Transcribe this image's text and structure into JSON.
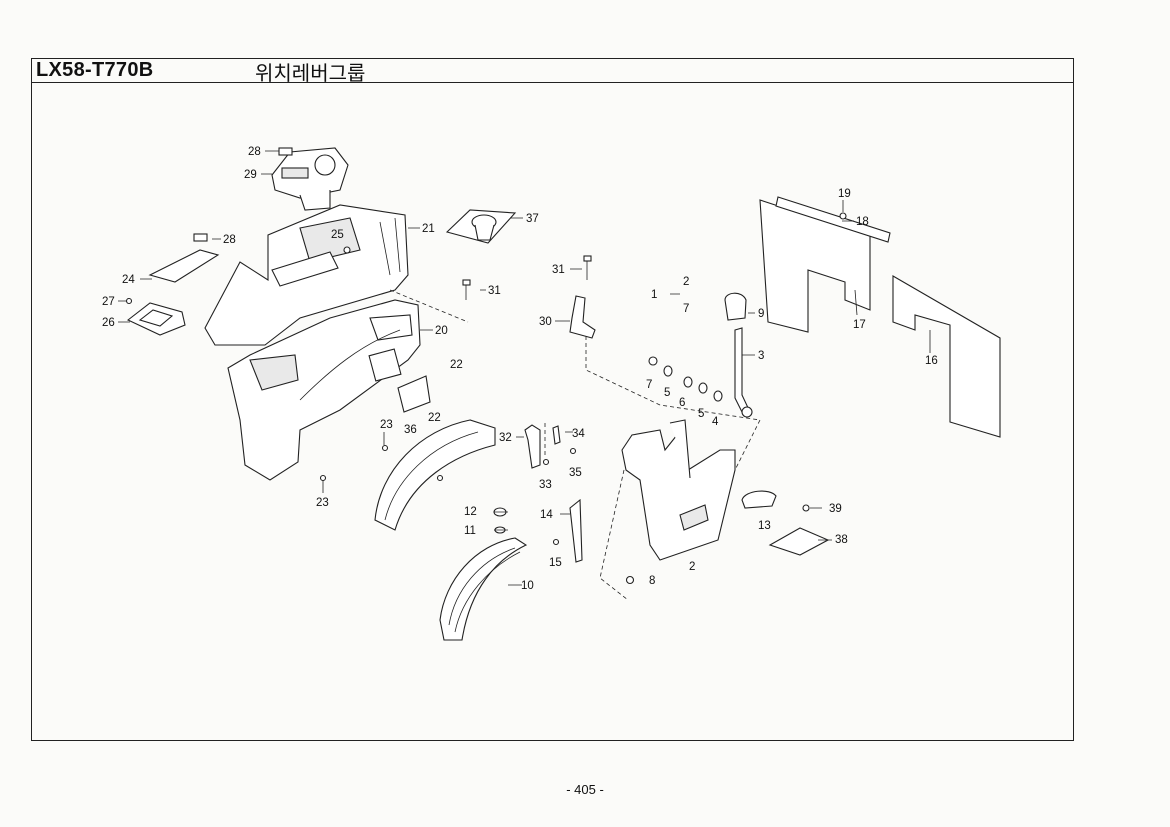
{
  "header": {
    "model_code": "LX58-T770B",
    "group_title": "위치레버그룹"
  },
  "page_number": "- 405 -",
  "callouts": {
    "c1": "1",
    "c2a": "2",
    "c2b": "2",
    "c3": "3",
    "c4": "4",
    "c5a": "5",
    "c5b": "5",
    "c6": "6",
    "c7a": "7",
    "c7b": "7",
    "c8": "8",
    "c9": "9",
    "c10": "10",
    "c11": "11",
    "c12": "12",
    "c13": "13",
    "c14": "14",
    "c15": "15",
    "c16": "16",
    "c17": "17",
    "c18": "18",
    "c19": "19",
    "c20": "20",
    "c21": "21",
    "c22a": "22",
    "c22b": "22",
    "c23a": "23",
    "c23b": "23",
    "c24": "24",
    "c25": "25",
    "c26": "26",
    "c27": "27",
    "c28a": "28",
    "c28b": "28",
    "c29": "29",
    "c30": "30",
    "c31a": "31",
    "c31b": "31",
    "c32": "32",
    "c33": "33",
    "c34": "34",
    "c35": "35",
    "c36": "36",
    "c37": "37",
    "c38": "38",
    "c39": "39"
  }
}
